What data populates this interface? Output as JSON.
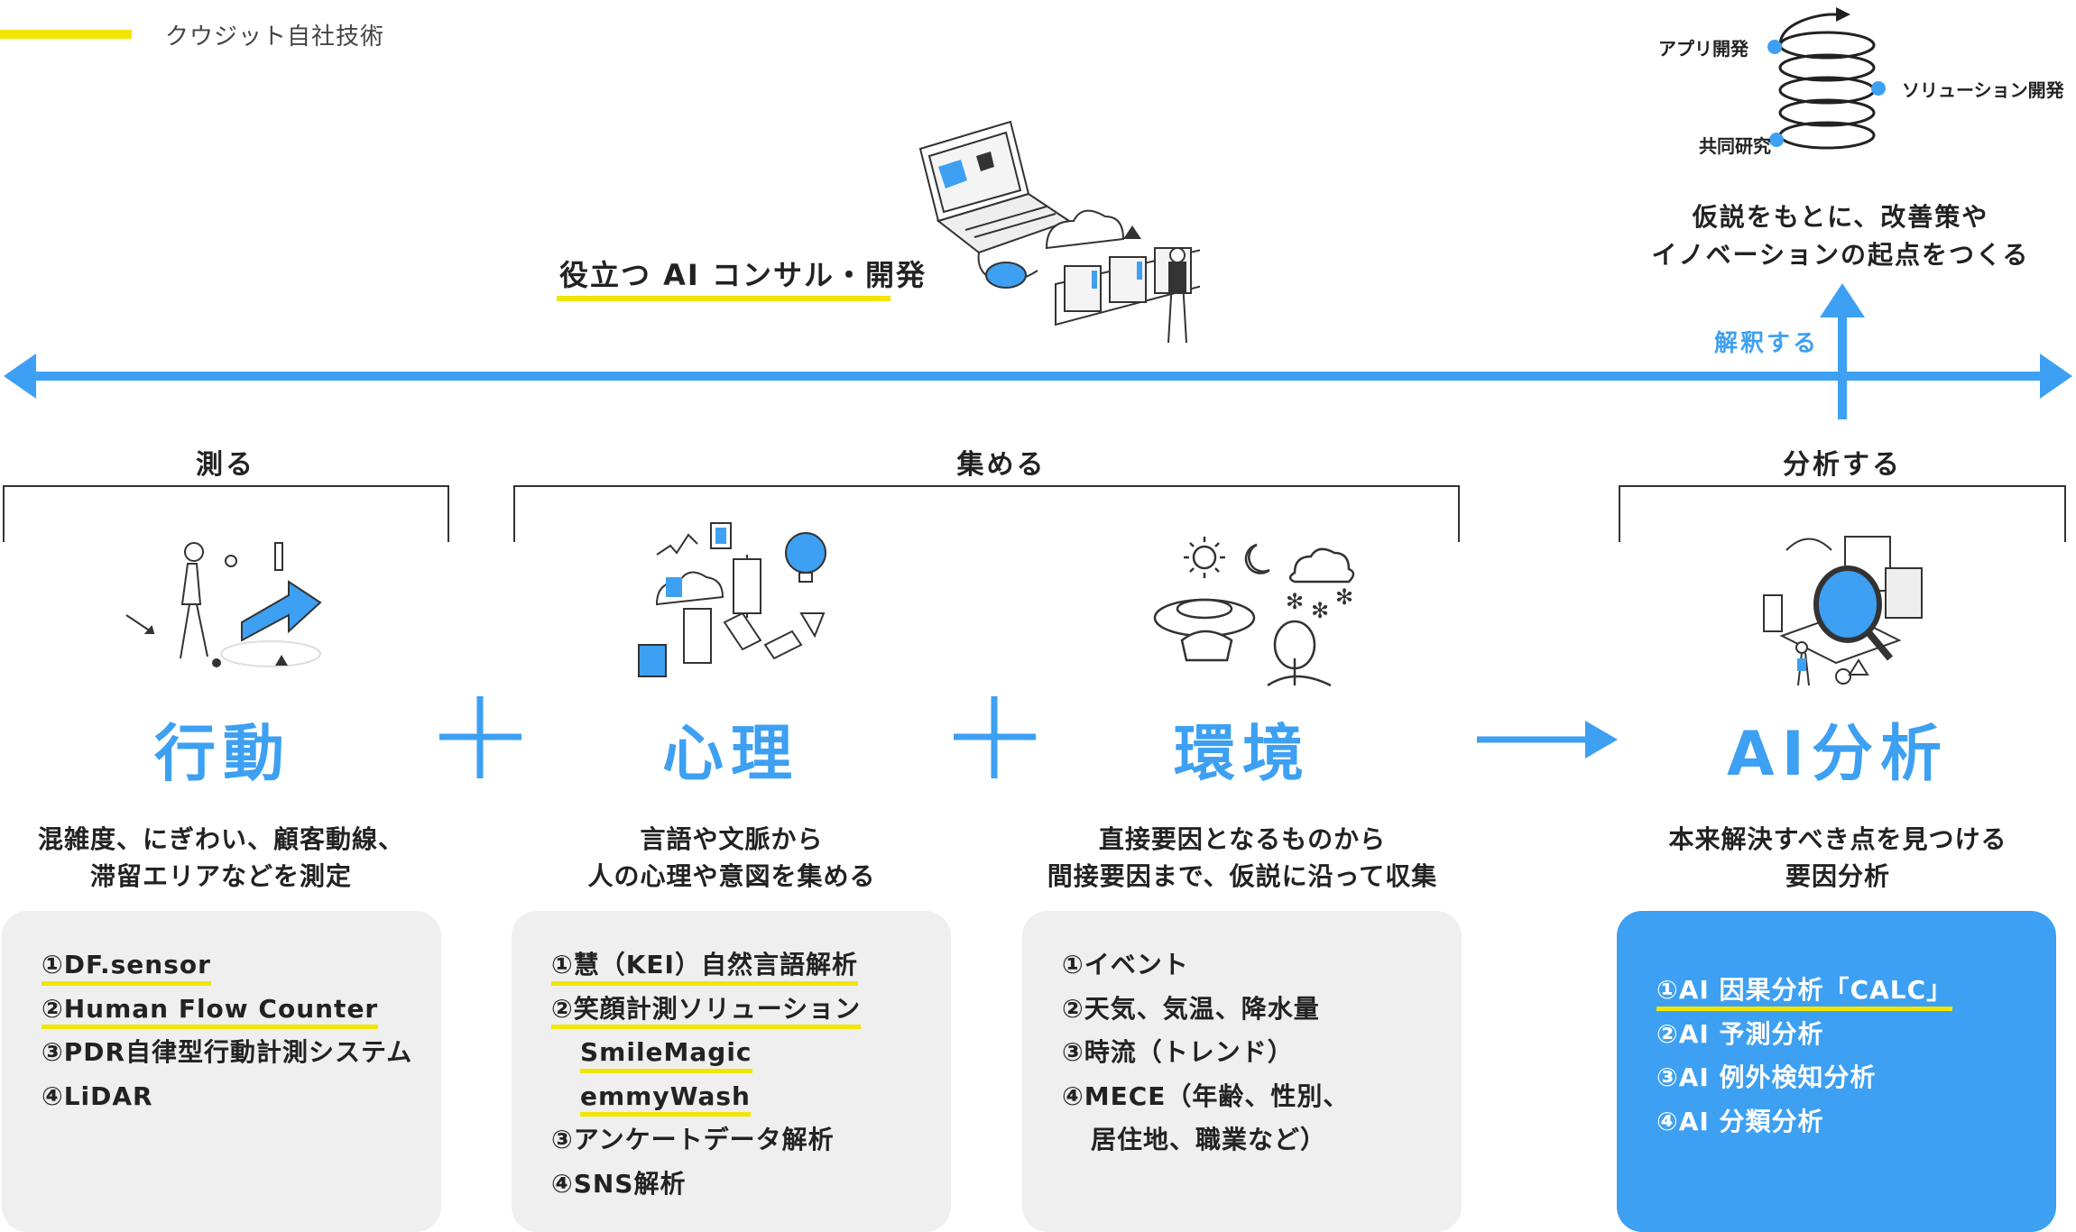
{
  "legend": {
    "label": "クウジット自社技術",
    "color": "#f2e600"
  },
  "consult_label": "役立つ AI コンサル・開発",
  "cycle": {
    "app": "アプリ開発",
    "solution": "ソリューション開発",
    "research": "共同研究"
  },
  "hypothesis": [
    "仮説をもとに、改善策や",
    "イノベーションの起点をつくる"
  ],
  "interpret_label": "解釈する",
  "phases": {
    "measure": "測る",
    "collect": "集める",
    "analyze": "分析する"
  },
  "columns": [
    {
      "title": "行動",
      "desc": [
        "混雑度、にぎわい、顧客動線、",
        "滞留エリアなどを測定"
      ],
      "items": [
        {
          "text": "①DF.sensor",
          "own": true,
          "indent": false
        },
        {
          "text": "②Human Flow Counter",
          "own": true,
          "indent": false
        },
        {
          "text": "③PDR自律型行動計測システム",
          "own": false,
          "indent": false
        },
        {
          "text": "④LiDAR",
          "own": false,
          "indent": false
        }
      ]
    },
    {
      "title": "心理",
      "desc": [
        "言語や文脈から",
        "人の心理や意図を集める"
      ],
      "items": [
        {
          "text": "①慧（KEI）自然言語解析",
          "own": true,
          "indent": false
        },
        {
          "text": "②笑顔計測ソリューション",
          "own": true,
          "indent": false
        },
        {
          "text": "SmileMagic",
          "own": true,
          "indent": true
        },
        {
          "text": "emmyWash",
          "own": true,
          "indent": true
        },
        {
          "text": "③アンケートデータ解析",
          "own": false,
          "indent": false
        },
        {
          "text": "④SNS解析",
          "own": false,
          "indent": false
        }
      ]
    },
    {
      "title": "環境",
      "desc": [
        "直接要因となるものから",
        "間接要因まで、仮説に沿って収集"
      ],
      "items": [
        {
          "text": "①イベント",
          "own": false,
          "indent": false
        },
        {
          "text": "②天気、気温、降水量",
          "own": false,
          "indent": false
        },
        {
          "text": "③時流（トレンド）",
          "own": false,
          "indent": false
        },
        {
          "text": "④MECE（年齢、性別、",
          "own": false,
          "indent": false
        },
        {
          "text": "居住地、職業など）",
          "own": false,
          "indent": true
        }
      ]
    },
    {
      "title": "AI分析",
      "desc": [
        "本来解決すべき点を見つける",
        "要因分析"
      ],
      "items": [
        {
          "text": "①AI 因果分析「CALC」",
          "own": true,
          "indent": false
        },
        {
          "text": "②AI 予測分析",
          "own": false,
          "indent": false
        },
        {
          "text": "③AI 例外検知分析",
          "own": false,
          "indent": false
        },
        {
          "text": "④AI 分類分析",
          "own": false,
          "indent": false
        }
      ]
    }
  ],
  "colors": {
    "accent": "#3da0f2",
    "highlight": "#f2e600",
    "box": "#efefef",
    "text": "#222222"
  }
}
